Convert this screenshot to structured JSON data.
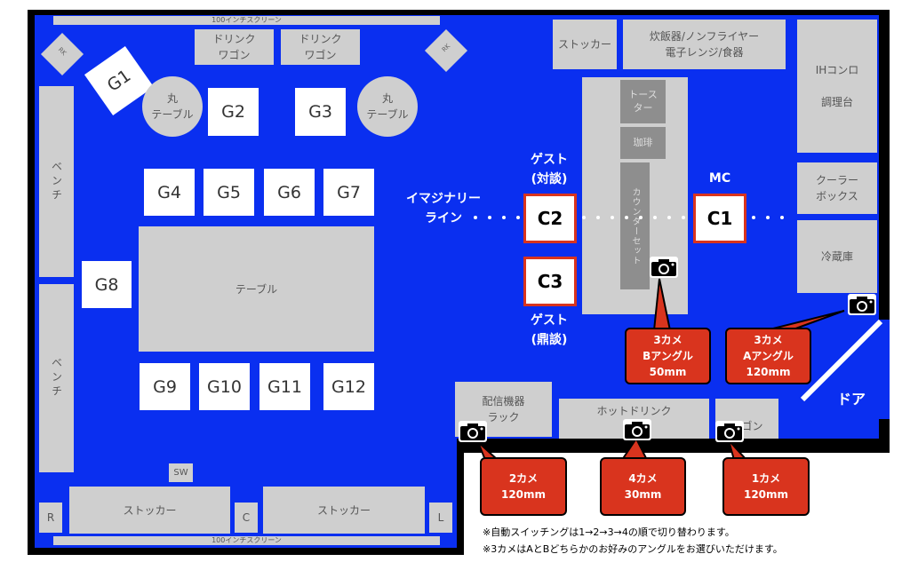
{
  "screens": {
    "top": "100インチスクリーン",
    "bottom": "100インチスクリーン"
  },
  "corner_tags": {
    "left": "RK",
    "right": "RK"
  },
  "drink_wagons": [
    "ドリンク\nワゴン",
    "ドリンク\nワゴン"
  ],
  "round_tables": [
    "丸\nテーブル",
    "丸\nテーブル"
  ],
  "guest_seats": {
    "g1": "G1",
    "g2": "G2",
    "g3": "G3",
    "g4": "G4",
    "g5": "G5",
    "g6": "G6",
    "g7": "G7",
    "g8": "G8",
    "g9": "G9",
    "g10": "G10",
    "g11": "G11",
    "g12": "G12"
  },
  "benches": [
    "ベンチ",
    "ベンチ"
  ],
  "main_table": "テーブル",
  "counter": {
    "toaster": "トース\nター",
    "coffee": "珈琲",
    "set": "カウンターセット"
  },
  "equipment": {
    "stocker_top": "ストッカー",
    "rice_cooker": "炊飯器/ノンフライヤー\n電子レンジ/食器",
    "ih_stove": "IHコンロ\n\n調理台",
    "cooler_box": "クーラー\nボックス",
    "fridge": "冷蔵庫",
    "streaming_rack": "配信機器\nラック",
    "hot_drink": "ホットドリンク",
    "wagon": "ワゴン",
    "stocker_left": "ストッカー",
    "stocker_right": "ストッカー",
    "sw": "SW",
    "r": "R",
    "c": "C",
    "l": "L"
  },
  "labels": {
    "imaginary_line": "イマジナリー\nライン",
    "guest_top": "ゲスト\n(対談)",
    "guest_bottom": "ゲスト\n(鼎談)",
    "mc": "MC",
    "door": "ドア"
  },
  "cams": {
    "c1": "C1",
    "c2": "C2",
    "c3": "C3"
  },
  "callouts": {
    "cam3b": "3カメ\nBアングル\n50mm",
    "cam3a": "3カメ\nAアングル\n120mm",
    "cam2": "2カメ\n120mm",
    "cam4": "4カメ\n30mm",
    "cam1": "1カメ\n120mm"
  },
  "notes": [
    "※自動スイッチングは1→2→3→4の順で切り替わります。",
    "※3カメはAとBどちらかのお好みのアングルをお選びいただけます。"
  ],
  "colors": {
    "floor": "#0a2ff0",
    "accent": "#d9341e",
    "wall": "#000000"
  }
}
